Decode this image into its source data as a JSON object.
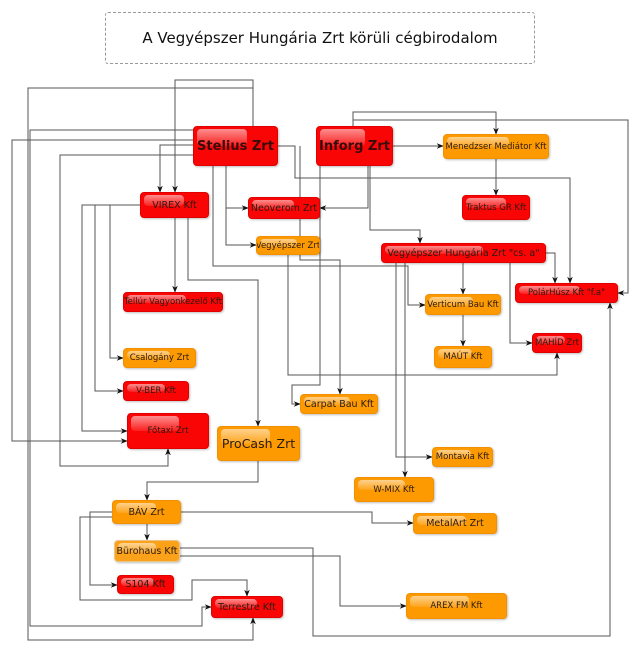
{
  "title": "A Vegyépszer Hungária Zrt körüli cégbirodalom",
  "colors": {
    "red": "#fa0505",
    "orange": "#fd9a02",
    "line": "#555555"
  },
  "nodes": {
    "stelius": "Stelius Zrt",
    "inforg": "Inforg Zrt",
    "menedzser": "Menedzser Mediátor Kft",
    "traktus": "Traktus GR Kft",
    "virex": "VIREX Kft",
    "neoverom": "Neoverom  Zrt",
    "vegyepszer": "Vegyépszer Zrt",
    "vegyepszer_hungaria": "Vegyépszer Hungária Zrt \"cs. a\"",
    "polarhusz": "PolárHúsz Kft \"f.a\"",
    "tellur": "Tellúr Vagyonkezelő Kft",
    "verticum": "Verticum Bau Kft",
    "mahid": "MAHÍD Zrt",
    "csalogany": "Csalogány Zrt",
    "maut": "MAÚT Kft",
    "vber": "V-BER Kft",
    "carpat": "Carpat Bau Kft",
    "fotaxi": "Főtaxi Zrt",
    "procash": "ProCash Zrt",
    "montavia": "Montavia Kft",
    "wmix": "W-MIX Kft",
    "bav": "BÁV Zrt",
    "metalart": "MetalArt Zrt",
    "burohaus": "Bürohaus Kft",
    "s104": "S104 Kft",
    "terrestre": "Terrestre Kft",
    "arex": "AREX FM Kft"
  },
  "edges": [
    [
      "stelius",
      "virex"
    ],
    [
      "inforg",
      "virex"
    ],
    [
      "inforg",
      "menedzser"
    ],
    [
      "menedzser",
      "traktus"
    ],
    [
      "stelius",
      "neoverom"
    ],
    [
      "inforg",
      "neoverom"
    ],
    [
      "stelius",
      "vegyepszer"
    ],
    [
      "inforg",
      "vegyepszer_hungaria"
    ],
    [
      "vegyepszer_hungaria",
      "polarhusz"
    ],
    [
      "stelius",
      "polarhusz"
    ],
    [
      "inforg",
      "polarhusz"
    ],
    [
      "virex",
      "tellur"
    ],
    [
      "vegyepszer_hungaria",
      "verticum"
    ],
    [
      "stelius",
      "verticum"
    ],
    [
      "verticum",
      "maut"
    ],
    [
      "vegyepszer_hungaria",
      "mahid"
    ],
    [
      "vegyepszer",
      "mahid"
    ],
    [
      "virex",
      "csalogany"
    ],
    [
      "virex",
      "vber"
    ],
    [
      "stelius",
      "carpat"
    ],
    [
      "inforg",
      "carpat"
    ],
    [
      "virex",
      "fotaxi"
    ],
    [
      "stelius",
      "fotaxi"
    ],
    [
      "stelius",
      "fotaxi"
    ],
    [
      "virex",
      "procash"
    ],
    [
      "vegyepszer_hungaria",
      "montavia"
    ],
    [
      "vegyepszer_hungaria",
      "wmix"
    ],
    [
      "procash",
      "bav"
    ],
    [
      "bav",
      "metalart"
    ],
    [
      "bav",
      "burohaus"
    ],
    [
      "bav",
      "s104"
    ],
    [
      "burohaus",
      "arex"
    ],
    [
      "burohaus",
      "polarhusz"
    ],
    [
      "bav",
      "terrestre"
    ],
    [
      "stelius",
      "terrestre"
    ],
    [
      "stelius",
      "terrestre"
    ]
  ]
}
